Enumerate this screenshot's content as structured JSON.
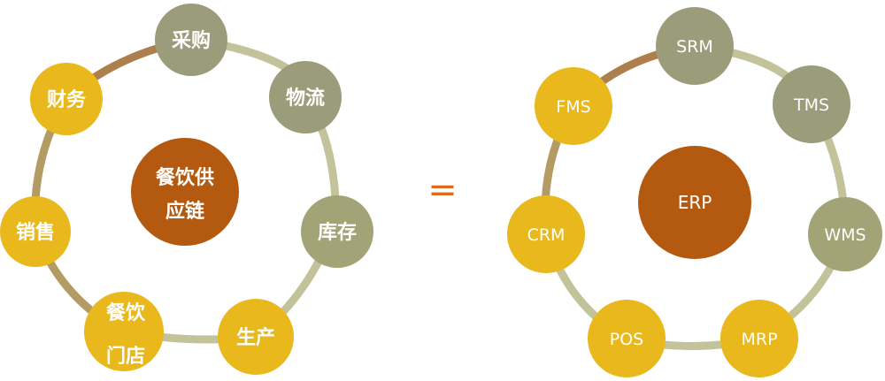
{
  "left_diagram": {
    "center": {
      "lines": [
        "餐饮供",
        "应链"
      ]
    },
    "nodes": [
      {
        "lines": [
          "采购"
        ],
        "color": "#9a9c7a"
      },
      {
        "lines": [
          "物流"
        ],
        "color": "#9a9c7a"
      },
      {
        "lines": [
          "库存"
        ],
        "color": "#a3a378"
      },
      {
        "lines": [
          "生产"
        ],
        "color": "#e9b81d"
      },
      {
        "lines": [
          "餐饮",
          "门店"
        ],
        "color": "#e9b81d"
      },
      {
        "lines": [
          "销售"
        ],
        "color": "#e9b81d"
      },
      {
        "lines": [
          "财务"
        ],
        "color": "#e9b81d"
      }
    ]
  },
  "equals_sign": "=",
  "right_diagram": {
    "center": {
      "lines": [
        "ERP"
      ]
    },
    "nodes": [
      {
        "lines": [
          "SRM"
        ],
        "color": "#9a9c7a"
      },
      {
        "lines": [
          "TMS"
        ],
        "color": "#9a9c7a"
      },
      {
        "lines": [
          "WMS"
        ],
        "color": "#a3a378"
      },
      {
        "lines": [
          "MRP"
        ],
        "color": "#e9b81d"
      },
      {
        "lines": [
          "POS"
        ],
        "color": "#e9b81d"
      },
      {
        "lines": [
          "CRM"
        ],
        "color": "#e9b81d"
      },
      {
        "lines": [
          "FMS"
        ],
        "color": "#e9b81d"
      }
    ]
  },
  "colors": {
    "ring_light": "#c3c39b",
    "ring_tan": "#b49a63",
    "ring_brown": "#ad7f4d",
    "center": "#b45a10",
    "equals": "#e06a1a"
  }
}
